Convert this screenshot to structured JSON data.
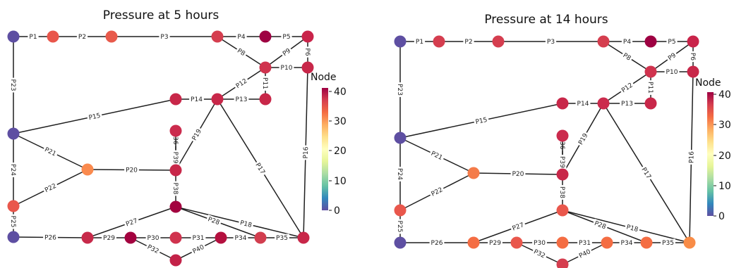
{
  "panels": [
    {
      "id": "p5",
      "title": "Pressure at 5 hours",
      "colorbar": {
        "title": "Node",
        "ticks": [
          "0",
          "10",
          "20",
          "30",
          "40"
        ]
      },
      "node_colors": {
        "n1": "#5e4fa2",
        "n2": "#e9564b",
        "n3": "#e85a4b",
        "n4": "#d53e4f",
        "n5": "#9e0142",
        "n6": "#c9244a",
        "n7": "#d0334e",
        "n8": "#c82749",
        "n9": "#c82749",
        "n10": "#5e4fa2",
        "n11": "#c82749",
        "n12": "#c82749",
        "n13": "#cb2b4d",
        "n14": "#fa8a4e",
        "n15": "#c82749",
        "n16": "#e9574c",
        "n17": "#a3023f",
        "n18": "#5e4fa2",
        "n19": "#c72a4a",
        "n20": "#a3023f",
        "n21": "#d0334e",
        "n22": "#b4103f",
        "n23": "#d23e4f",
        "n24": "#c82749",
        "n25": "#c32248"
      }
    },
    {
      "id": "p14",
      "title": "Pressure at 14 hours",
      "colorbar": {
        "title": "Node",
        "ticks": [
          "0",
          "10",
          "20",
          "30",
          "40"
        ]
      },
      "node_colors": {
        "n1": "#5e4fa2",
        "n2": "#d53e4f",
        "n3": "#d53e4f",
        "n4": "#d53e4f",
        "n5": "#9e0142",
        "n6": "#c9244a",
        "n7": "#d0334e",
        "n8": "#c82749",
        "n9": "#c82749",
        "n10": "#5e4fa2",
        "n11": "#c82749",
        "n12": "#cb2b4d",
        "n13": "#cb2b4d",
        "n14": "#f47b49",
        "n15": "#c82749",
        "n16": "#e9574c",
        "n17": "#e9574c",
        "n18": "#5e4fa2",
        "n19": "#f46d43",
        "n20": "#e9574c",
        "n21": "#f46d43",
        "n22": "#f46d43",
        "n23": "#f46d43",
        "n24": "#f88c47",
        "n25": "#d53e4f"
      }
    }
  ],
  "pipe_labels": {
    "P1": "P1",
    "P2": "P2",
    "P3": "P3",
    "P4": "P4",
    "P5": "P5",
    "P6": "P6",
    "P8": "P8",
    "P9": "P9",
    "P10": "P10",
    "P11": "P11",
    "P12": "P12",
    "P13": "P13",
    "P14": "P14",
    "P15": "P15",
    "P16": "P16",
    "P17": "P17",
    "P18": "P18",
    "P19": "P19",
    "P20": "P20",
    "P21": "P21",
    "P22": "P22",
    "P23": "P23",
    "P24": "P24",
    "P25": "P25",
    "P26": "P26",
    "P27": "P27",
    "P28": "P28",
    "P29": "P29",
    "P30": "P30",
    "P31": "P31",
    "P32": "P32",
    "P34": "P34",
    "P35": "P35",
    "P36": "P36",
    "P38": "P38",
    "P39": "P39",
    "P40": "P40"
  }
}
